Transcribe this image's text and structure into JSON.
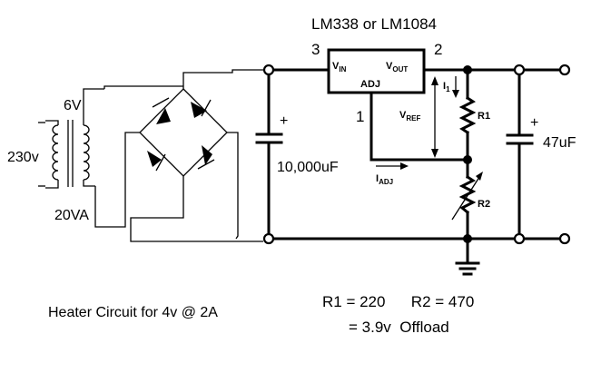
{
  "regulator": {
    "title": "LM338 or LM1084",
    "pin_vin_num": "3",
    "pin_vout_num": "2",
    "pin_adj_num": "1",
    "vin_main": "V",
    "vin_sub": "IN",
    "vout_main": "V",
    "vout_sub": "OUT",
    "adj": "ADJ"
  },
  "transformer": {
    "secondary_voltage": "6V",
    "primary_voltage": "230v",
    "rating": "20VA"
  },
  "capacitors": {
    "input": "10,000uF",
    "output": "47uF",
    "plus": "+"
  },
  "resistors": {
    "r1": "R1",
    "r2": "R2"
  },
  "currents": {
    "i1_main": "I",
    "i1_sub": "1",
    "iadj_main": "I",
    "iadj_sub": "ADJ",
    "vref_main": "V",
    "vref_sub": "REF"
  },
  "caption": "Heater Circuit for 4v @ 2A",
  "values": {
    "resistors": "R1 = 220      R2 = 470",
    "result": "= 3.9v  Offload"
  }
}
